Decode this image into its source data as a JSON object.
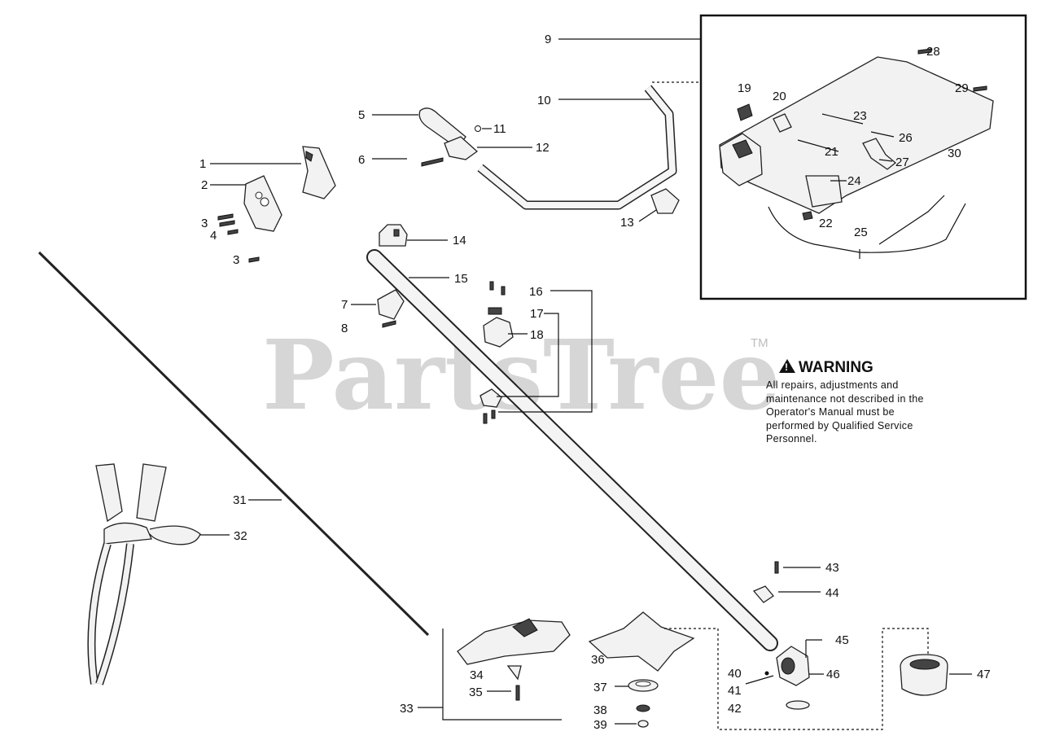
{
  "watermark": {
    "brand": "PartsTree",
    "trademark": "TM"
  },
  "warning": {
    "title": "WARNING",
    "icon": "warning-triangle-icon",
    "text": "All repairs, adjustments and maintenance not described in the Operator's Manual must be performed by Qualified Service Personnel."
  },
  "callouts": {
    "c1": "1",
    "c2": "2",
    "c3a": "3",
    "c3b": "3",
    "c4": "4",
    "c5": "5",
    "c6": "6",
    "c7": "7",
    "c8": "8",
    "c9": "9",
    "c10": "10",
    "c11": "11",
    "c12": "12",
    "c13": "13",
    "c14": "14",
    "c15": "15",
    "c16": "16",
    "c17": "17",
    "c18": "18",
    "c19": "19",
    "c20": "20",
    "c21": "21",
    "c22": "22",
    "c23": "23",
    "c24": "24",
    "c25": "25",
    "c26": "26",
    "c27": "27",
    "c28": "28",
    "c29": "29",
    "c30": "30",
    "c31": "31",
    "c32": "32",
    "c33": "33",
    "c34": "34",
    "c35": "35",
    "c36": "36",
    "c37": "37",
    "c38": "38",
    "c39": "39",
    "c40": "40",
    "c41": "41",
    "c42": "42",
    "c43": "43",
    "c44": "44",
    "c45": "45",
    "c46": "46",
    "c47": "47"
  }
}
